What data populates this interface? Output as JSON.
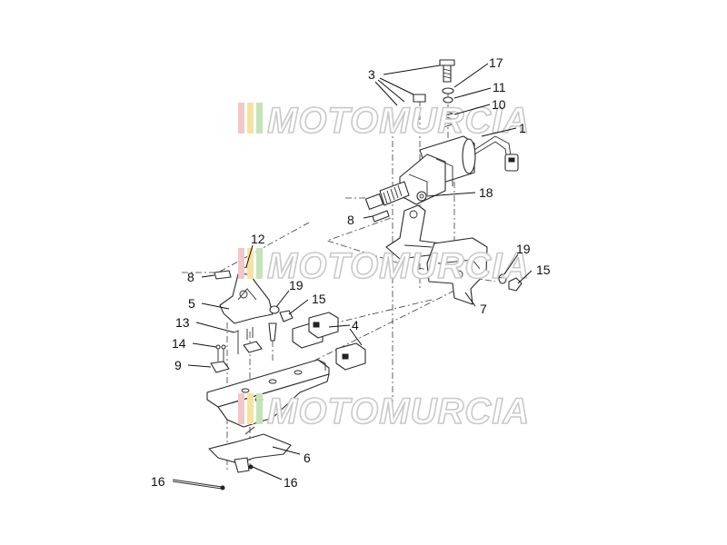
{
  "watermark": {
    "text": "MOTOMURCIA",
    "stripe_colors": [
      "#f2c7c7",
      "#f5e3a3",
      "#c5e3b8"
    ]
  },
  "callouts": [
    {
      "id": "c1",
      "label": "1"
    },
    {
      "id": "c3",
      "label": "3"
    },
    {
      "id": "c4",
      "label": "4"
    },
    {
      "id": "c5",
      "label": "5"
    },
    {
      "id": "c6",
      "label": "6"
    },
    {
      "id": "c7",
      "label": "7"
    },
    {
      "id": "c8a",
      "label": "8"
    },
    {
      "id": "c8b",
      "label": "8"
    },
    {
      "id": "c9",
      "label": "9"
    },
    {
      "id": "c10",
      "label": "10"
    },
    {
      "id": "c11",
      "label": "11"
    },
    {
      "id": "c12",
      "label": "12"
    },
    {
      "id": "c13",
      "label": "13"
    },
    {
      "id": "c14",
      "label": "14"
    },
    {
      "id": "c15a",
      "label": "15"
    },
    {
      "id": "c15b",
      "label": "15"
    },
    {
      "id": "c16a",
      "label": "16"
    },
    {
      "id": "c16b",
      "label": "16"
    },
    {
      "id": "c17",
      "label": "17"
    },
    {
      "id": "c18",
      "label": "18"
    },
    {
      "id": "c19a",
      "label": "19"
    },
    {
      "id": "c19b",
      "label": "19"
    }
  ]
}
